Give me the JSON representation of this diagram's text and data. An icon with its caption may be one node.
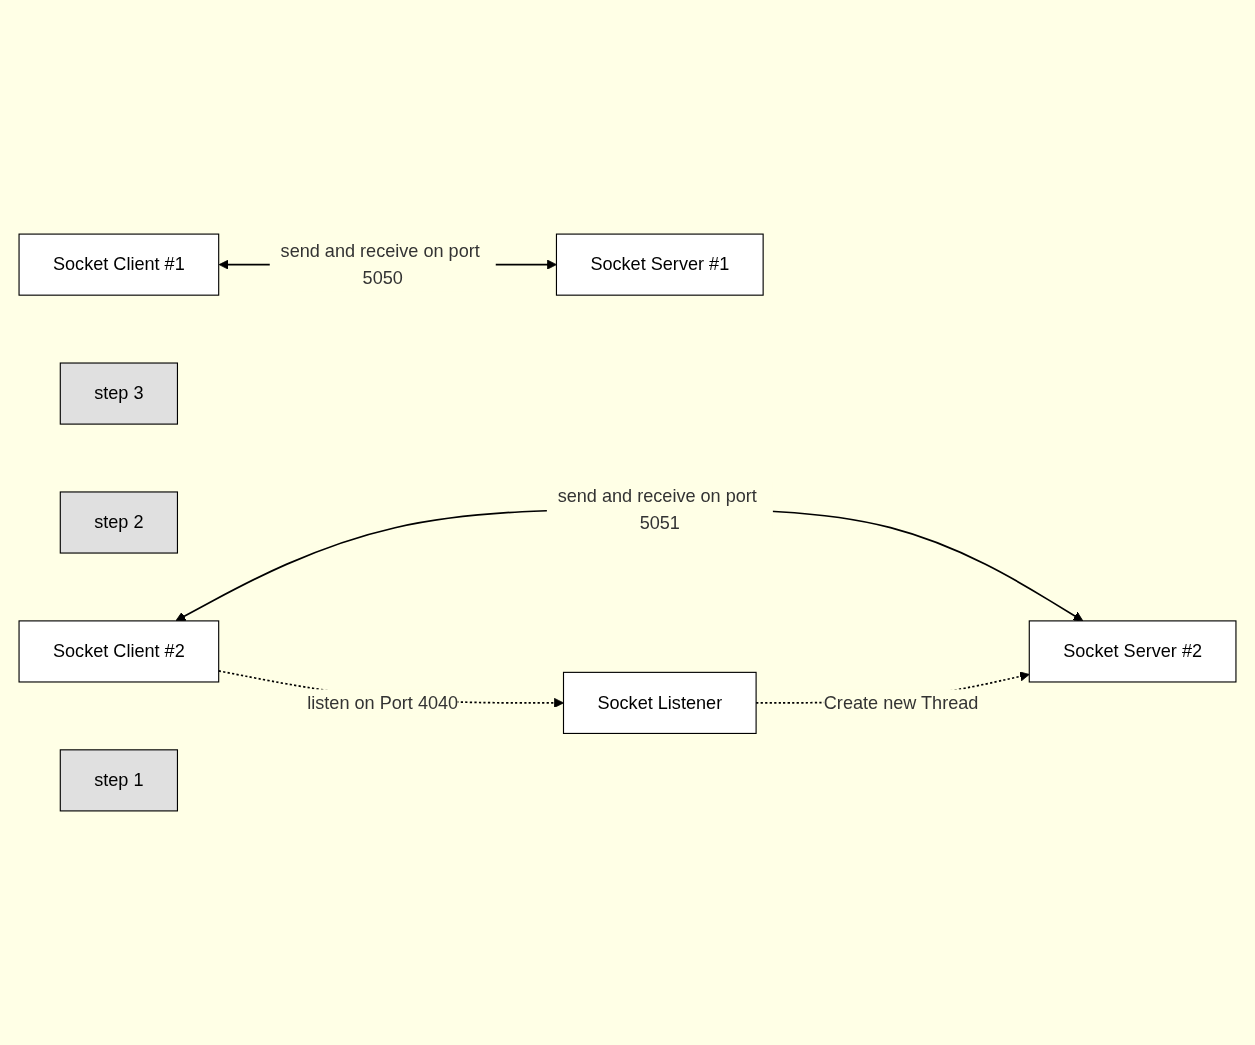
{
  "diagram": {
    "nodes": [
      {
        "text": [
          "Socket Client #1"
        ]
      },
      {
        "text": [
          "Socket Server #1"
        ]
      },
      {
        "text": [
          "Socket Server #2"
        ]
      },
      {
        "text": [
          "step 3"
        ]
      },
      {
        "text": [
          "step 2"
        ]
      },
      {
        "text": [
          "Socket Client #2"
        ]
      },
      {
        "text": [
          "step 1"
        ]
      },
      {
        "text": [
          "Socket Listener"
        ]
      }
    ],
    "edges": [
      {
        "from": 0,
        "to": 1,
        "arrow": "both",
        "label": "send and receive on port 5050"
      },
      {
        "from": 5,
        "to": 2,
        "arrow": "both",
        "label": "send and receive on port 5051"
      },
      {
        "from": 5,
        "to": 7,
        "arrow": "to",
        "label": "listen on Port 4040",
        "style": "dashed"
      },
      {
        "from": 7,
        "to": 2,
        "arrow": "to",
        "label": "Create new Thread",
        "style": "dashed"
      }
    ]
  }
}
